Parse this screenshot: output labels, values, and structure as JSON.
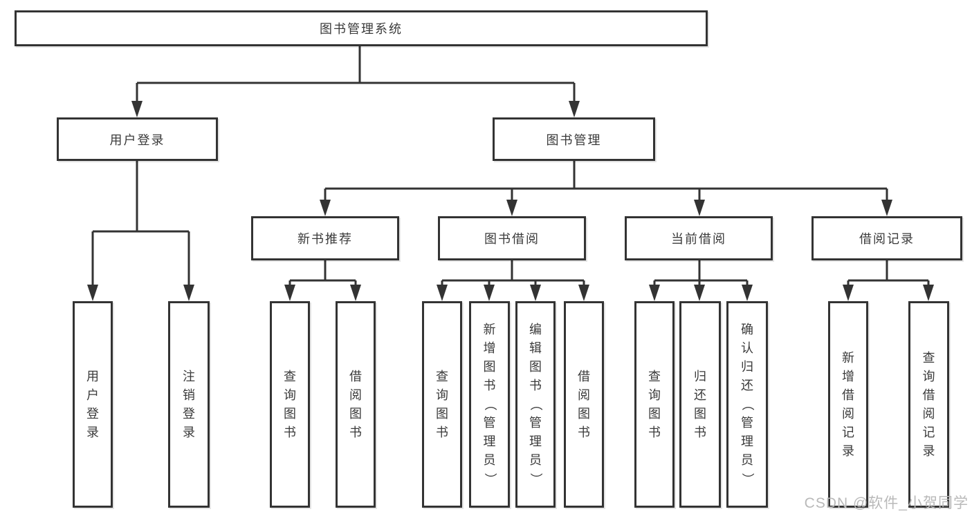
{
  "title": "图书管理系统",
  "level2": {
    "user_login": {
      "label": "用户登录",
      "children": [
        "用户登录",
        "注销登录"
      ]
    },
    "book_mgmt": {
      "label": "图书管理"
    }
  },
  "level3": {
    "new_books": {
      "label": "新书推荐",
      "children": [
        "查询图书",
        "借阅图书"
      ]
    },
    "book_borrow": {
      "label": "图书借阅",
      "children": [
        "查询图书",
        "新增图书（管理员）",
        "编辑图书（管理员）",
        "借阅图书"
      ]
    },
    "current_borrow": {
      "label": "当前借阅",
      "children": [
        "查询图书",
        "归还图书",
        "确认归还（管理员）"
      ]
    },
    "borrow_records": {
      "label": "借阅记录",
      "children": [
        "新增借阅记录",
        "查询借阅记录"
      ]
    }
  },
  "watermark": "CSDN @软件_小贺同学",
  "colors": {
    "line": "#333333",
    "text": "#3a3a3a",
    "box_background": "#ffffff",
    "watermark": "#b9b9b9",
    "background": "#ffffff"
  }
}
